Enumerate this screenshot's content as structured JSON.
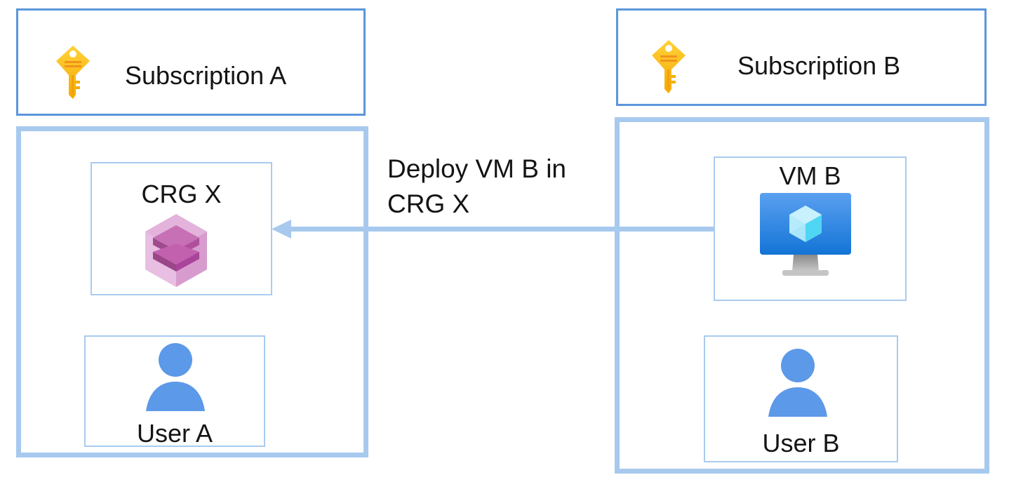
{
  "diagram": {
    "subscriptions": [
      {
        "id": "A",
        "title": "Subscription A",
        "icon": "key-icon"
      },
      {
        "id": "B",
        "title": "Subscription B",
        "icon": "key-icon"
      }
    ],
    "resources": {
      "crg": {
        "label": "CRG X",
        "icon": "capacity-reservation-group-icon"
      },
      "vm": {
        "label": "VM B",
        "icon": "virtual-machine-icon"
      }
    },
    "users": [
      {
        "label": "User A",
        "icon": "user-icon"
      },
      {
        "label": "User B",
        "icon": "user-icon"
      }
    ],
    "arrow": {
      "label_line1": "Deploy VM B in",
      "label_line2": "CRG X",
      "from": "VM B",
      "to": "CRG X"
    },
    "colors": {
      "subscription_border": "#5b96dc",
      "scope_border": "#a7c9ee",
      "inner_border": "#a9cbef",
      "arrow": "#a7c9ee",
      "user_icon": "#5c99e8",
      "key_icon": "#ffc20e",
      "crg_icon": "#b54e9e",
      "vm_screen": "#2a84e0"
    }
  }
}
